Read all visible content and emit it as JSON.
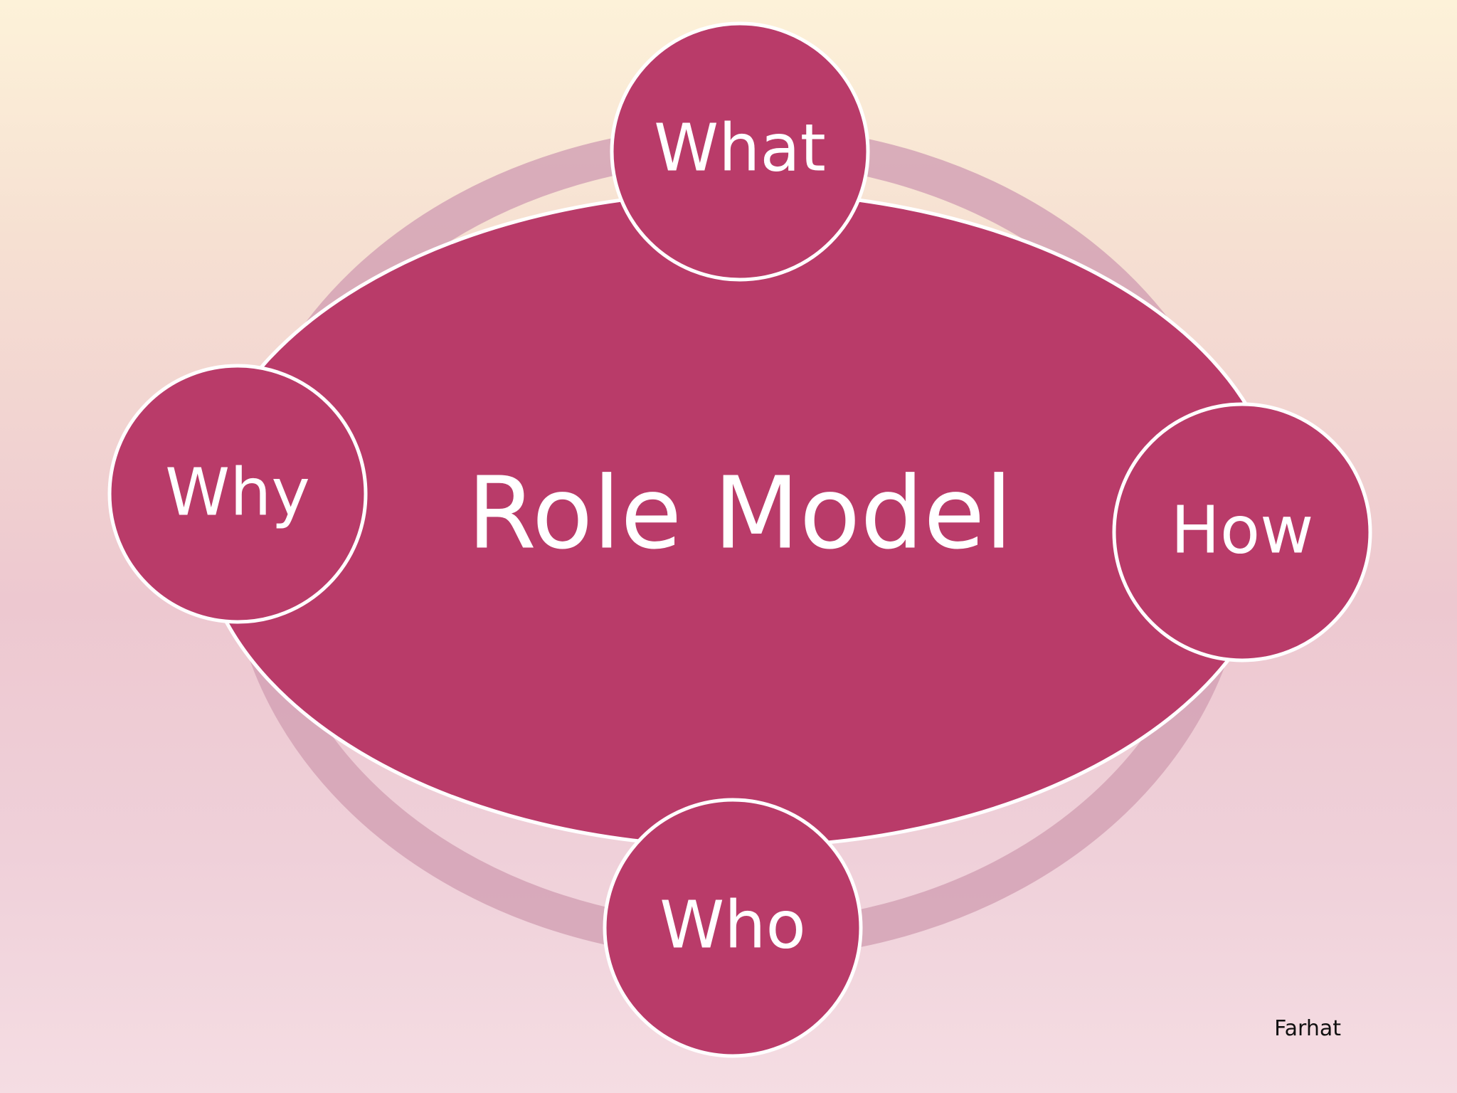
{
  "diagram": {
    "center": "Role Model",
    "nodes": {
      "top": "What",
      "right": "How",
      "bottom": "Who",
      "left": "Why"
    }
  },
  "footer": {
    "author": "Farhat"
  },
  "colors": {
    "node_fill": "#b93b69",
    "node_stroke": "#ffffff",
    "ring": "#d4a2b5",
    "text": "#ffffff"
  }
}
